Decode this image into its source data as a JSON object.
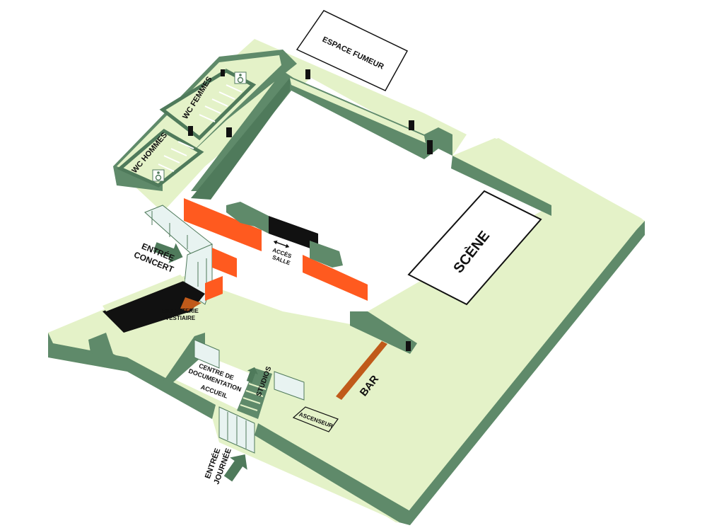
{
  "labels": {
    "smoking": "ESPACE FUMEUR",
    "wc_women": "WC FEMMES",
    "wc_men": "WC HOMMES",
    "entrance_concert_1": "ENTRÉE",
    "entrance_concert_2": "CONCERT",
    "hall_access_1": "ACCÈS",
    "hall_access_2": "SALLE",
    "ticket_1": "BILLETTERIE",
    "ticket_2": "VESTIAIRE",
    "stage": "SCÈNE",
    "doc_1": "CENTRE DE",
    "doc_2": "DOCUMENTATION",
    "doc_3": "ACCUEIL",
    "studios": "STUDIOS",
    "bar": "BAR",
    "elevator": "ASCENSEUR",
    "entrance_day_1": "ENTRÉE",
    "entrance_day_2": "JOURNÉE"
  },
  "colors": {
    "floor": "#e4f2c8",
    "wall": "#5f8a6a",
    "wall_dark": "#4f7a5b",
    "accent_orange": "#ff5a1f",
    "bar_counter": "#c05a1a",
    "black": "#111111",
    "glass": "#e8f3f1",
    "arrow": "#4f7a5b"
  },
  "icons": {
    "accessible": "wheelchair-icon",
    "arrow": "entrance-arrow-icon",
    "double_arrow": "double-arrow-icon"
  }
}
